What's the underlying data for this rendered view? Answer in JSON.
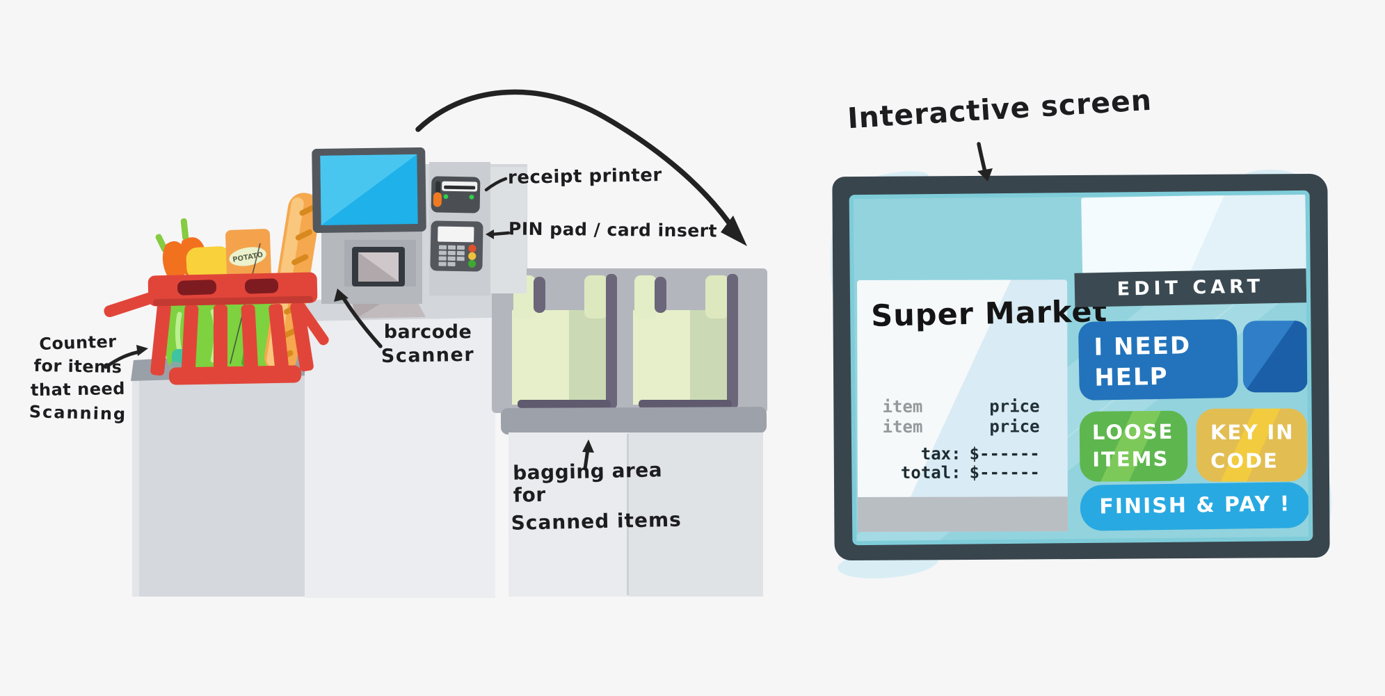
{
  "scene": {
    "annotations": {
      "counter": {
        "lines": [
          "Counter",
          "for items",
          "that need",
          "Scanning"
        ]
      },
      "receipt_printer": "receipt printer",
      "pin_pad": "PIN pad / card insert",
      "barcode": {
        "lines": [
          "barcode",
          "Scanner"
        ]
      },
      "bagging": {
        "lines": [
          "bagging area for",
          "Scanned items"
        ]
      },
      "interactive": "Interactive screen"
    },
    "basket": {
      "potato_label": "POTATO"
    }
  },
  "screen": {
    "header": {
      "edit_cart": "EDIT CART"
    },
    "buttons": {
      "need_help": "I NEED HELP",
      "loose_items": "LOOSE ITEMS",
      "key_in_code": "KEY IN CODE",
      "finish_pay": "FINISH & PAY !"
    },
    "receipt": {
      "store_name": "Super Market",
      "rows": [
        {
          "item": "item",
          "price": "price"
        },
        {
          "item": "item",
          "price": "price"
        }
      ],
      "tax_label": "tax:",
      "tax_value": "$------",
      "total_label": "total:",
      "total_value": "$------"
    }
  },
  "colors": {
    "frame": "#39454d",
    "screen_teal": "#92d3de",
    "edit_bar": "#3b4a52",
    "btn_blue": "#2273bb",
    "btn_green": "#5fb750",
    "btn_yellow": "#e2bd52",
    "btn_finish_blue": "#29a9e1",
    "basket_red": "#e14539",
    "monitor_blue": "#1fb1e9",
    "bag_green": "#e6efc9"
  }
}
